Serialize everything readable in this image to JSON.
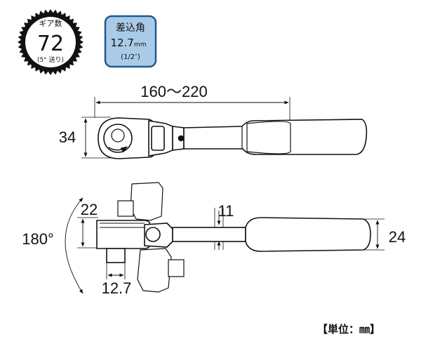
{
  "gear_badge": {
    "label": "ギア数",
    "value": "72",
    "note": "(5° 送り)"
  },
  "drive_badge": {
    "label": "差込角",
    "value": "12.7",
    "unit": "mm",
    "inch": "(1/2″)",
    "fill_color": "#a9cbe8",
    "border_color": "#1f5a8a"
  },
  "dimensions": {
    "overall_length": "160〜220",
    "head_height": "34",
    "head_width": "22",
    "shaft_diameter": "11",
    "grip_diameter": "24",
    "swivel_angle": "180°",
    "drive_size": "12.7"
  },
  "unit_label": "【単位：㎜】"
}
